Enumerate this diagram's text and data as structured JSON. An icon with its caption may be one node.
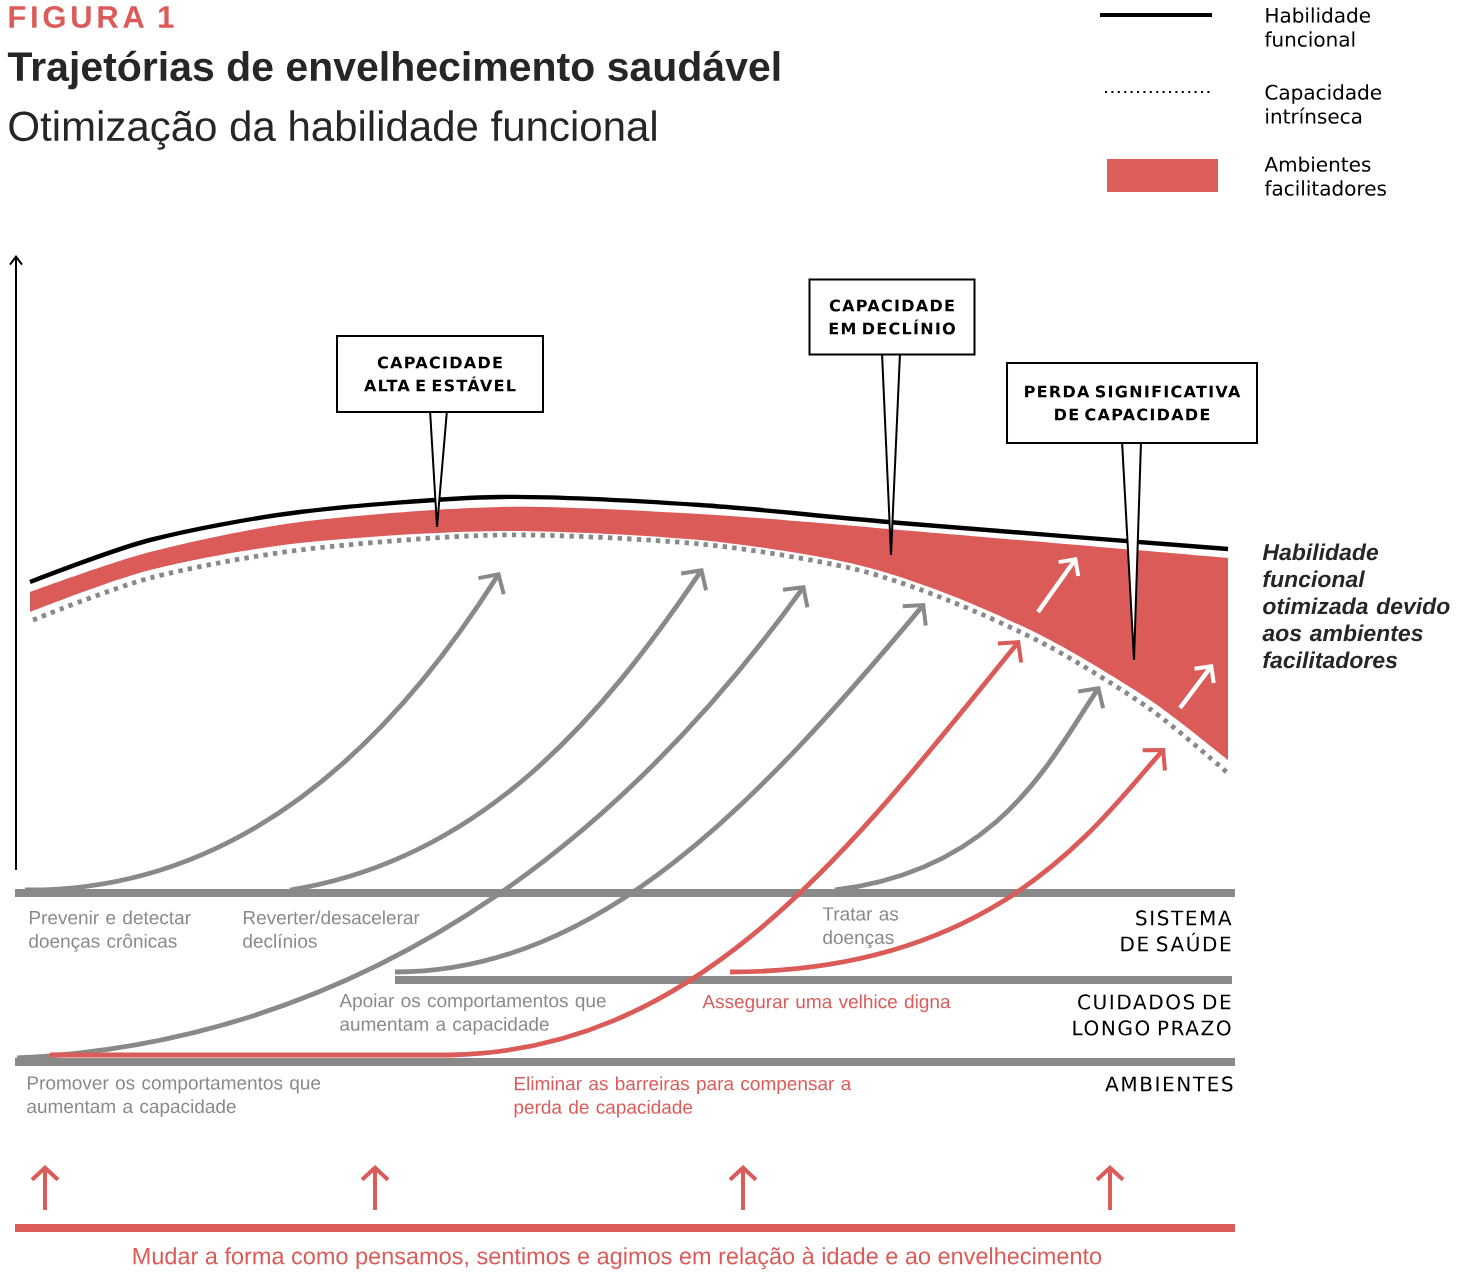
{
  "diagram": {
    "title": "Trajetórias de envelhecimento saudável",
    "nodes": [
      {
        "text": [
          "CAPACIDADE ALTA E ESTÁVEL"
        ]
      },
      {
        "text": [
          "CAPACIDADE EM DECLÍNIO"
        ]
      },
      {
        "text": [
          "PERDA SIGNIFICATIVA DE CAPACIDADE"
        ]
      }
    ],
    "labels": [
      "FIGURA 1",
      "Otimização da habilidade funcional",
      "Habilidade funcional otimizada devido aos ambientes facilitadores",
      "Prevenir e detectar doenças crônicas",
      "Reverter/desacelerar declínios",
      "Tratar as doenças",
      "SISTEMA DE SAÚDE",
      "Apoiar os comportamentos que aumentam a capacidade",
      "Assegurar uma velhice digna",
      "CUIDADOS DE LONGO PRAZO",
      "Promover os comportamentos que aumentam a capacidade",
      "Eliminar as barreiras para compensar a perda de capacidade",
      "AMBIENTES",
      "Mudar a forma como pensamos, sentimos e agimos em relação à idade e ao envelhecimento"
    ],
    "legend": [
      {
        "text": "Habilidade funcional"
      },
      {
        "text": "Capacidade intrínseca"
      },
      {
        "text": "Ambientes facilitadores",
        "color": "#dc5f5b"
      }
    ]
  }
}
